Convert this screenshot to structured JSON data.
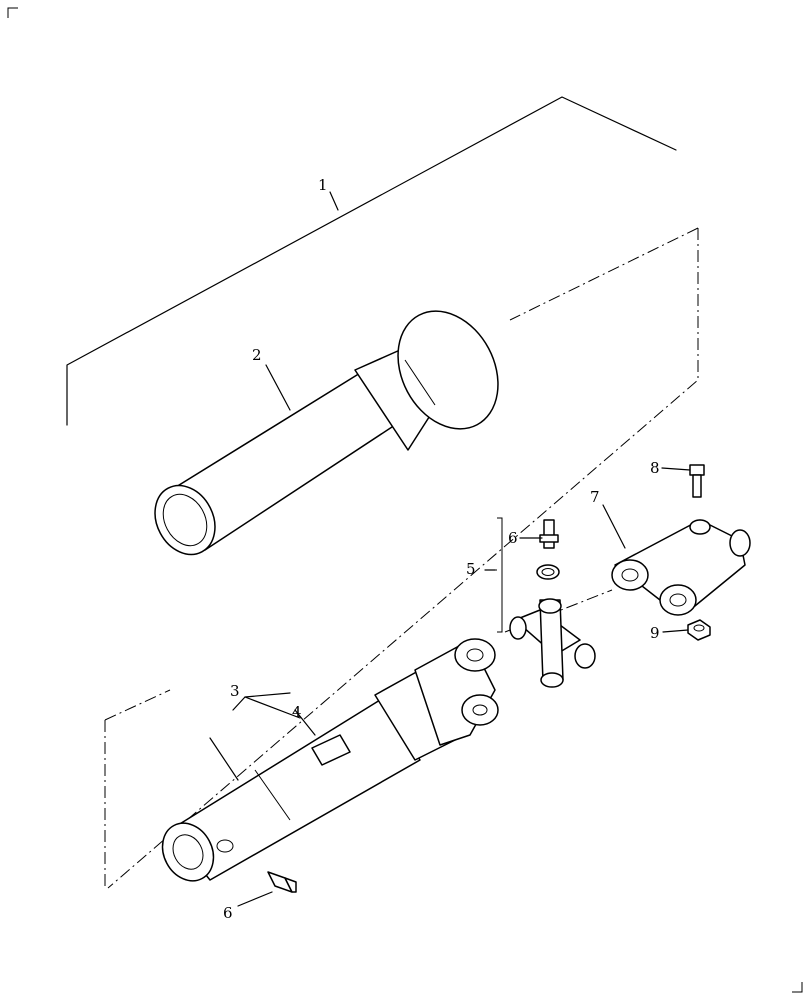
{
  "callouts": {
    "c1": "1",
    "c2": "2",
    "c3": "3",
    "c4": "4",
    "c5": "5",
    "c6a": "6",
    "c6b": "6",
    "c7": "7",
    "c8": "8",
    "c9": "9"
  },
  "colors": {
    "line": "#000000",
    "background": "#ffffff"
  }
}
